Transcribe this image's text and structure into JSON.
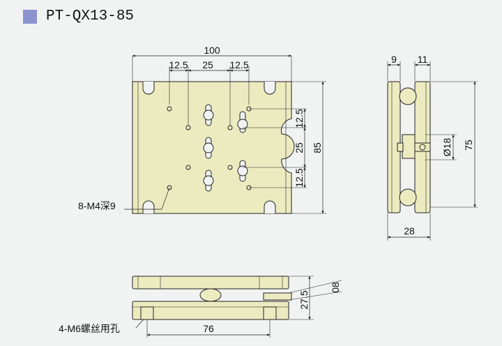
{
  "header": {
    "title": "PT-QX13-85",
    "accent_color": "#8b93cf"
  },
  "front_view": {
    "dim_width": "100",
    "dim_12_5_left": "12.5",
    "dim_25_top": "25",
    "dim_12_5_right": "12.5",
    "dim_12_5_upper": "12.5",
    "dim_25_side": "25",
    "dim_12_5_lower": "12.5",
    "dim_height": "85",
    "callout_holes": "8-M4深9"
  },
  "side_view": {
    "dim_9": "9",
    "dim_11": "11",
    "dim_diameter": "Ø18",
    "dim_75": "75",
    "dim_28": "28"
  },
  "bottom_view": {
    "dim_27_5": "27.5",
    "dim_08": "08",
    "dim_76": "76",
    "callout_holes": "4-M6螺丝用孔"
  },
  "colors": {
    "plate_fill": "#ecebc0",
    "line": "#222222",
    "background": "#f1f2f2"
  }
}
